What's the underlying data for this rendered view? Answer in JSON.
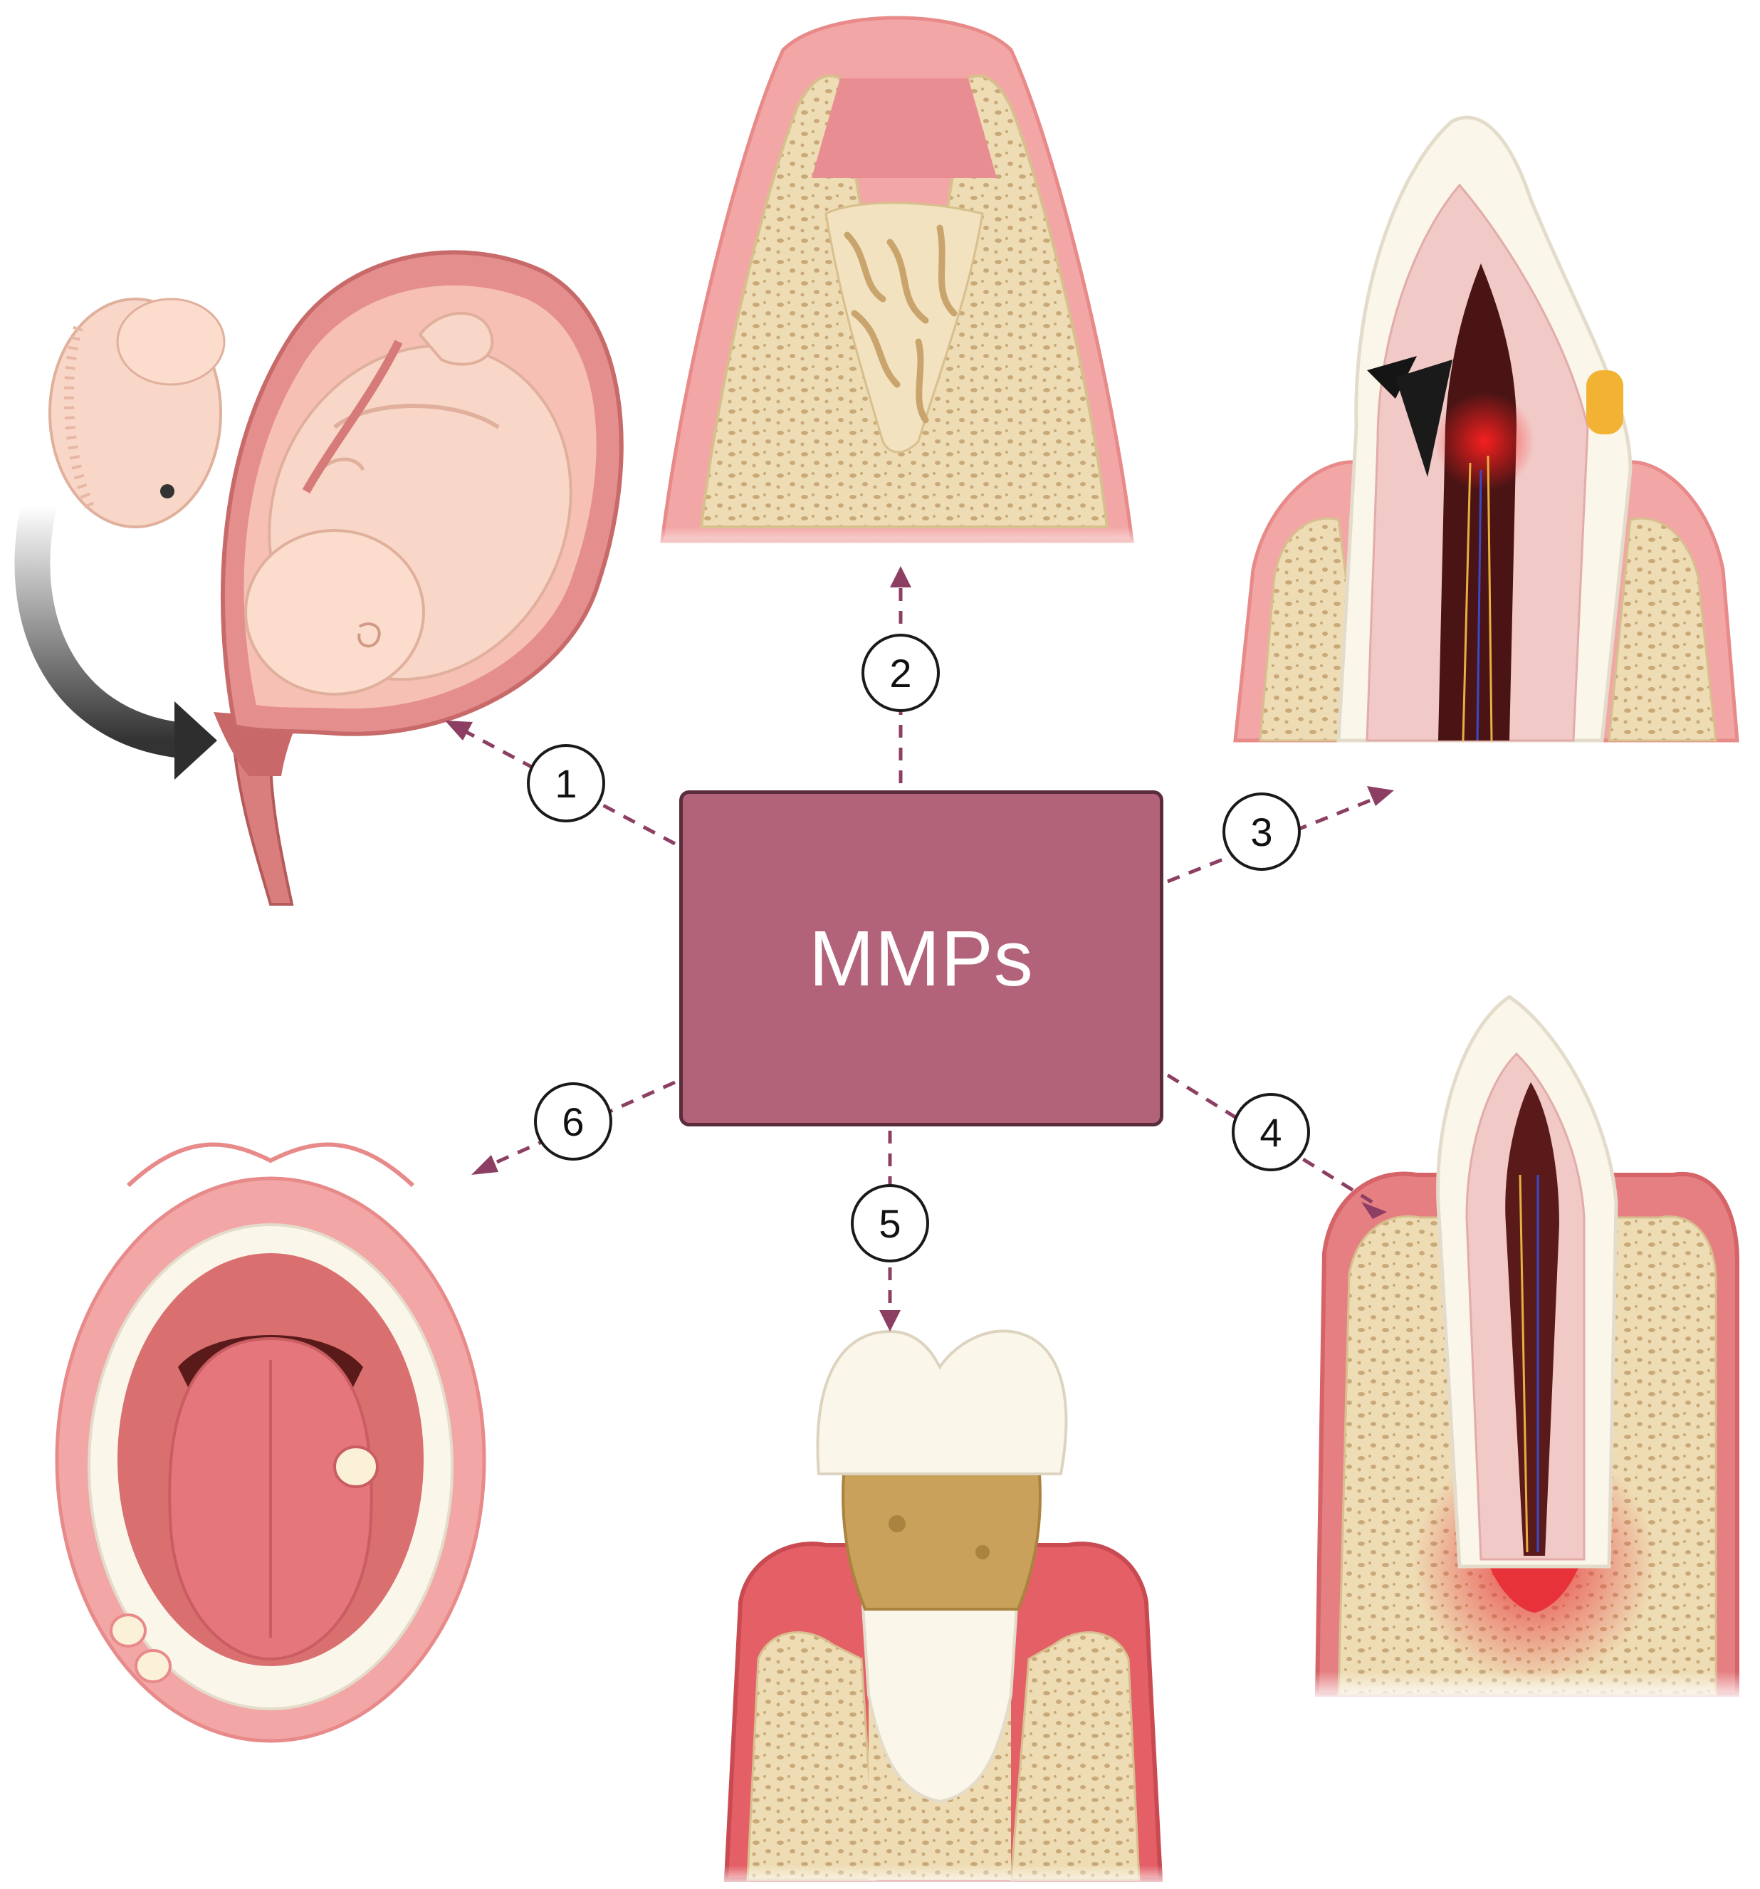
{
  "center": {
    "label": "MMPs",
    "fill": "#b2637a",
    "border": "#5a2d3c"
  },
  "arrow_color": "#8c3f62",
  "links": [
    {
      "number": "1",
      "target": "pregnancy-uterus-illustration"
    },
    {
      "number": "2",
      "target": "alveolar-bone-defect-illustration"
    },
    {
      "number": "3",
      "target": "tooth-caries-pulpitis-illustration"
    },
    {
      "number": "4",
      "target": "periapical-lesion-illustration"
    },
    {
      "number": "5",
      "target": "periodontitis-calculus-illustration"
    },
    {
      "number": "6",
      "target": "oral-mucosa-ulcer-illustration"
    }
  ],
  "colors": {
    "gum": "#f2a7a6",
    "gum_dark": "#e06f73",
    "bone": "#eedcb5",
    "bone_spots": "#c9ad7b",
    "enamel": "#fbf6ea",
    "dentin": "#f1c9c6",
    "pulp": "#5a1a1a",
    "inflamed": "#e8323a",
    "skin": "#f9d7c8",
    "uterus": "#e58e8e",
    "calculus": "#c9a15a"
  }
}
